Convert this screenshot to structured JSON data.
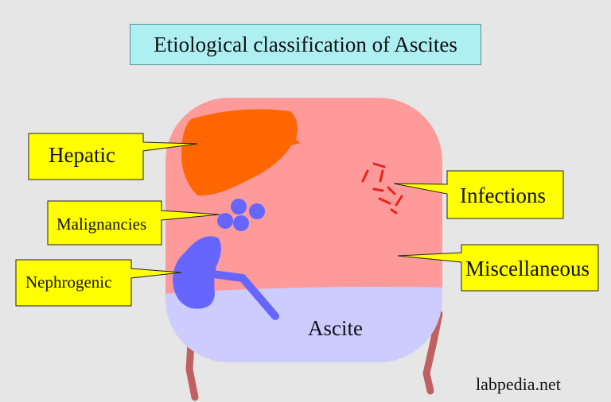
{
  "title": "Etiological classification of Ascites",
  "labels": {
    "hepatic": "Hepatic",
    "malignancies": "Malignancies",
    "nephrogenic": "Nephrogenic",
    "infections": "Infections",
    "miscellaneous": "Miscellaneous",
    "ascite": "Ascite"
  },
  "watermark": "labpedia.net",
  "colors": {
    "background": "#e6e6e6",
    "title_box": "#aeeff2",
    "abdomen": "#ff9a9a",
    "fluid": "#ccccff",
    "liver": "#ff6600",
    "kidney": "#6666ff",
    "bacteria": "#e8231c",
    "callout": "#ffff00",
    "legs": "#c06060"
  }
}
